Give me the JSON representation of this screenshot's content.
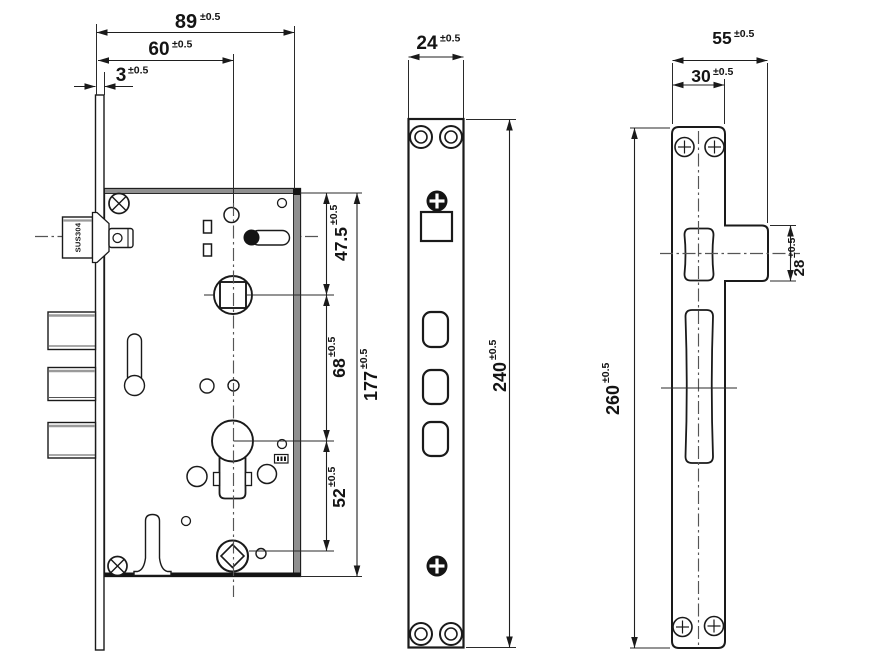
{
  "drawing": {
    "material_label": "SUS304",
    "dimensions": {
      "d89": {
        "value": "89",
        "tol": "±0.5"
      },
      "d60": {
        "value": "60",
        "tol": "±0.5"
      },
      "d3": {
        "value": "3",
        "tol": "±0.5"
      },
      "d47_5": {
        "value": "47.5",
        "tol": "±0.5"
      },
      "d68": {
        "value": "68",
        "tol": "±0.5"
      },
      "d177": {
        "value": "177",
        "tol": "±0.5"
      },
      "d52": {
        "value": "52",
        "tol": "±0.5"
      },
      "d24": {
        "value": "24",
        "tol": "±0.5"
      },
      "d240": {
        "value": "240",
        "tol": "±0.5"
      },
      "d55": {
        "value": "55",
        "tol": "±0.5"
      },
      "d30": {
        "value": "30",
        "tol": "±0.5"
      },
      "d28": {
        "value": "28",
        "tol": "±0.5"
      },
      "d260": {
        "value": "260",
        "tol": "±0.5"
      }
    },
    "colors": {
      "line": "#1a1a1a",
      "shade": "#8f8f8f",
      "centerline": "#555555",
      "background": "#ffffff"
    }
  }
}
